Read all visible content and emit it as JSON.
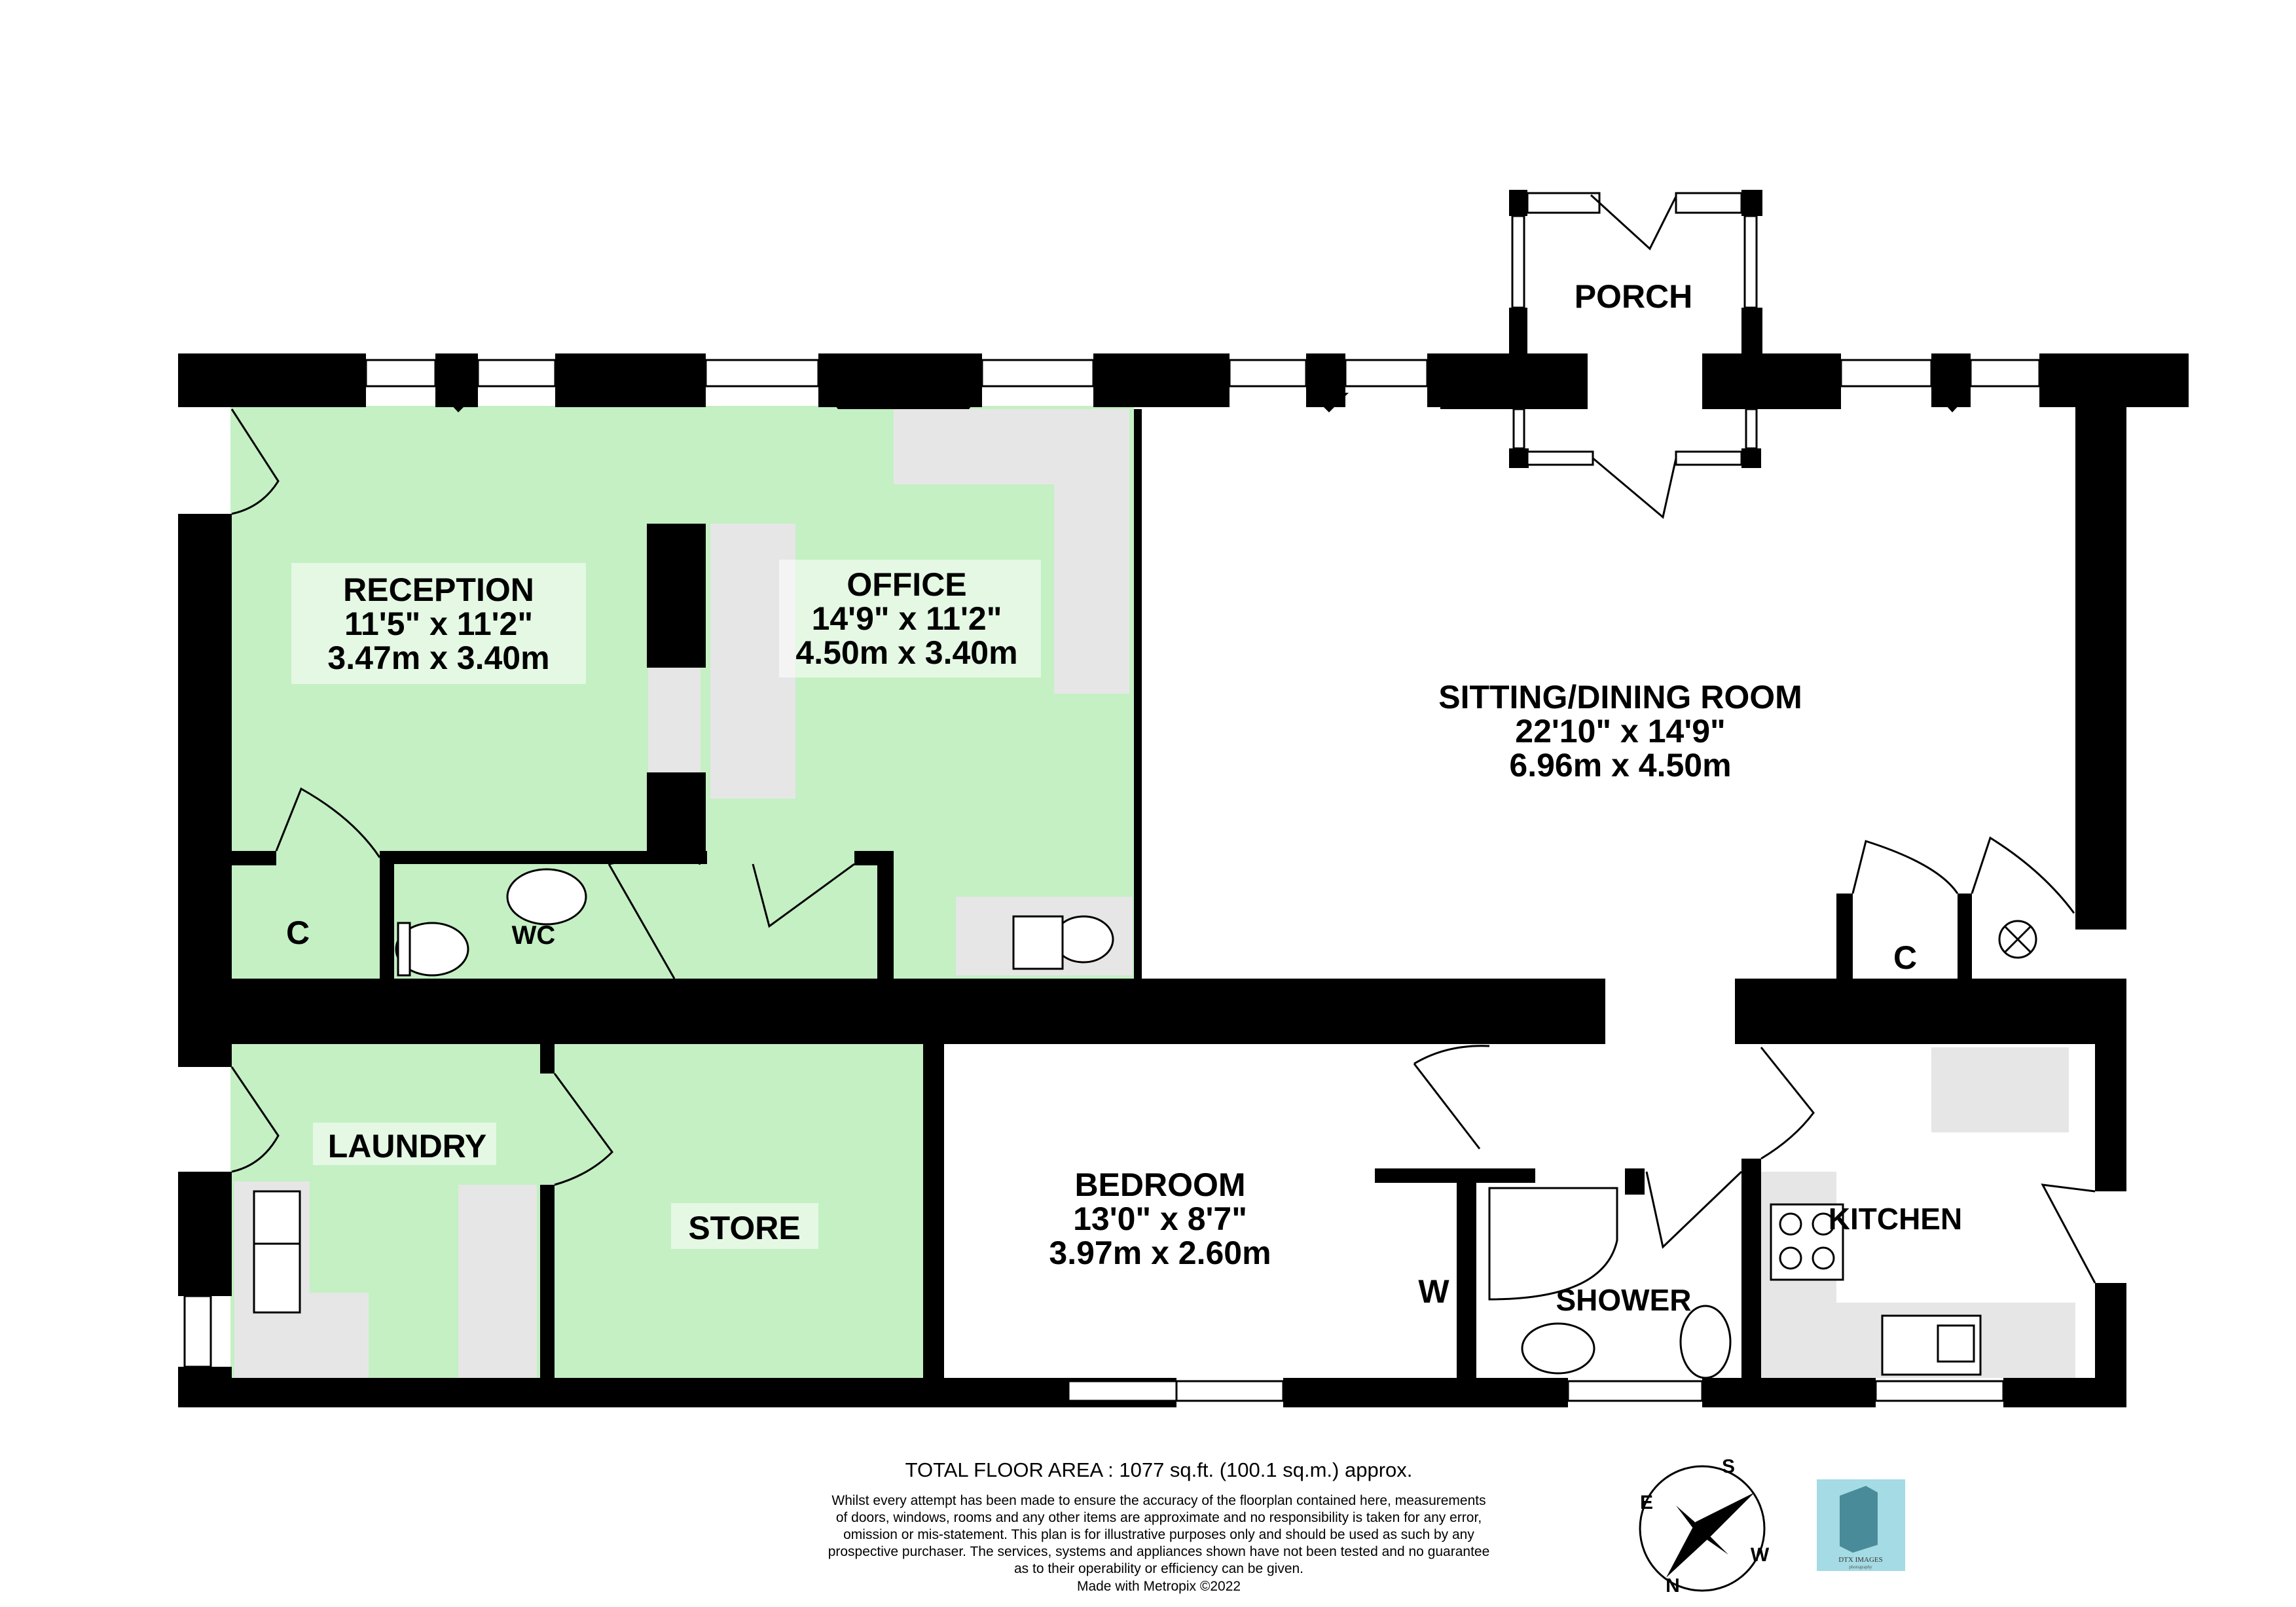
{
  "colors": {
    "wall": "#000000",
    "highlight": "#c4f0c4",
    "fixture": "#e6e6e6",
    "window": "#ffffff",
    "brand_tile": "#a4dbe4"
  },
  "rooms": {
    "reception": {
      "name": "RECEPTION",
      "imperial": "11'5\"  x 11'2\"",
      "metric": "3.47m  x 3.40m"
    },
    "office": {
      "name": "OFFICE",
      "imperial": "14'9\"  x 11'2\"",
      "metric": "4.50m  x 3.40m"
    },
    "sitting": {
      "name": "SITTING/DINING ROOM",
      "imperial": "22'10\"  x 14'9\"",
      "metric": "6.96m  x 4.50m"
    },
    "porch": {
      "name": "PORCH"
    },
    "wc": {
      "name": "WC"
    },
    "cupboard_left": {
      "name": "C"
    },
    "cupboard_right": {
      "name": "C"
    },
    "laundry": {
      "name": "LAUNDRY"
    },
    "store": {
      "name": "STORE"
    },
    "bedroom": {
      "name": "BEDROOM",
      "imperial": "13'0\"  x 8'7\"",
      "metric": "3.97m  x 2.60m"
    },
    "wardrobe": {
      "name": "W"
    },
    "shower": {
      "name": "SHOWER"
    },
    "kitchen": {
      "name": "KITCHEN"
    }
  },
  "compass": {
    "n": "N",
    "s": "S",
    "e": "E",
    "w": "W"
  },
  "logo": {
    "line1": "DTX IMAGES",
    "line2": "photography"
  },
  "footer": {
    "total": "TOTAL FLOOR AREA : 1077 sq.ft. (100.1 sq.m.) approx.",
    "disclaimer_lines": [
      "Whilst every attempt has been made to ensure the accuracy of the floorplan contained here, measurements",
      "of doors, windows, rooms and any other items are approximate and no responsibility is taken for any error,",
      "omission or mis-statement. This plan is for illustrative purposes only and should be used as such by any",
      "prospective purchaser. The services, systems and appliances shown have not been tested and no guarantee",
      "as to their operability or efficiency can be given."
    ],
    "made_with": "Made with Metropix ©2022"
  }
}
